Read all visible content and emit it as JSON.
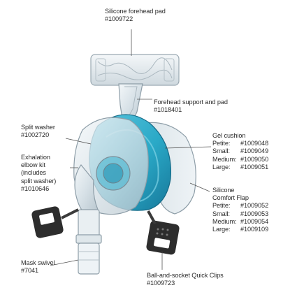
{
  "callouts": {
    "forehead_pad": {
      "name": "Silicone forehead pad",
      "part": "#1009722"
    },
    "forehead_support": {
      "name": "Forehead support and pad",
      "part": "#1018401"
    },
    "split_washer": {
      "name_line1": "Split washer",
      "part": "#1002720"
    },
    "exhalation_elbow": {
      "lines": [
        "Exhalation",
        "elbow kit",
        "(includes",
        "split washer)"
      ],
      "part": "#1010646"
    },
    "gel_cushion": {
      "name": "Gel cushion",
      "sizes": [
        {
          "size": "Petite:",
          "part": "#1009048"
        },
        {
          "size": "Small:",
          "part": "#1009049"
        },
        {
          "size": "Medium:",
          "part": "#1009050"
        },
        {
          "size": "Large:",
          "part": "#1009051"
        }
      ]
    },
    "comfort_flap": {
      "name_line1": "Silicone",
      "name_line2": "Comfort Flap",
      "sizes": [
        {
          "size": "Petite:",
          "part": "#1009052"
        },
        {
          "size": "Small:",
          "part": "#1009053"
        },
        {
          "size": "Medium:",
          "part": "#1009054"
        },
        {
          "size": "Large:",
          "part": "#1009109"
        }
      ]
    },
    "mask_swivel": {
      "name": "Mask swivel",
      "part": "#7041"
    },
    "quick_clips": {
      "name": "Ball-and-socket Quick Clips",
      "part": "#1009723"
    }
  },
  "colors": {
    "cushion_teal": "#2aa9c7",
    "cushion_dark": "#1b7f9c",
    "clear_plastic": "#e6edf1",
    "clip_black": "#2d2d2d",
    "leader_line": "#555555",
    "text": "#2b2b2b"
  }
}
